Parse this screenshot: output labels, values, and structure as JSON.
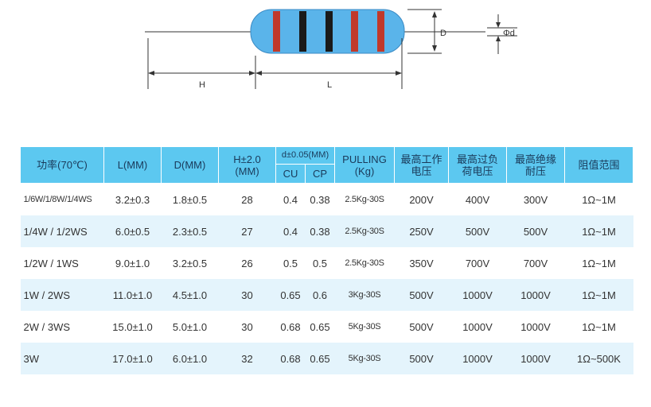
{
  "diagram": {
    "label_h": "H",
    "label_l": "L",
    "label_d": "D",
    "label_phi_d": "Φd",
    "body_color": "#5ab4ea",
    "band_colors": [
      "#c0392b",
      "#1a1a1a",
      "#1a1a1a",
      "#c0392b",
      "#c0392b"
    ]
  },
  "table": {
    "headers": {
      "power": "功率(70℃)",
      "l": "L(MM)",
      "d": "D(MM)",
      "h_line1": "H±2.0",
      "h_line2": "(MM)",
      "lead_group": "d±0.05(MM)",
      "cu": "CU",
      "cp": "CP",
      "pulling_line1": "PULLING",
      "pulling_line2": "(Kg)",
      "work_v_line1": "最高工作",
      "work_v_line2": "电压",
      "overload_v_line1": "最高过负",
      "overload_v_line2": "荷电压",
      "insulation_v_line1": "最高绝缘",
      "insulation_v_line2": "耐压",
      "range": "阻值范围"
    },
    "rows": [
      [
        "1/6W/1/8W/1/4WS",
        "3.2±0.3",
        "1.8±0.5",
        "28",
        "0.4",
        "0.38",
        "2.5Kg-30S",
        "200V",
        "400V",
        "300V",
        "1Ω~1M"
      ],
      [
        "1/4W / 1/2WS",
        "6.0±0.5",
        "2.3±0.5",
        "27",
        "0.4",
        "0.38",
        "2.5Kg-30S",
        "250V",
        "500V",
        "500V",
        "1Ω~1M"
      ],
      [
        "1/2W / 1WS",
        "9.0±1.0",
        "3.2±0.5",
        "26",
        "0.5",
        "0.5",
        "2.5Kg-30S",
        "350V",
        "700V",
        "700V",
        "1Ω~1M"
      ],
      [
        "1W / 2WS",
        "11.0±1.0",
        "4.5±1.0",
        "30",
        "0.65",
        "0.6",
        "3Kg-30S",
        "500V",
        "1000V",
        "1000V",
        "1Ω~1M"
      ],
      [
        "2W / 3WS",
        "15.0±1.0",
        "5.0±1.0",
        "30",
        "0.68",
        "0.65",
        "5Kg-30S",
        "500V",
        "1000V",
        "1000V",
        "1Ω~1M"
      ],
      [
        "3W",
        "17.0±1.0",
        "6.0±1.0",
        "32",
        "0.68",
        "0.65",
        "5Kg-30S",
        "500V",
        "1000V",
        "1000V",
        "1Ω~500K"
      ]
    ]
  }
}
